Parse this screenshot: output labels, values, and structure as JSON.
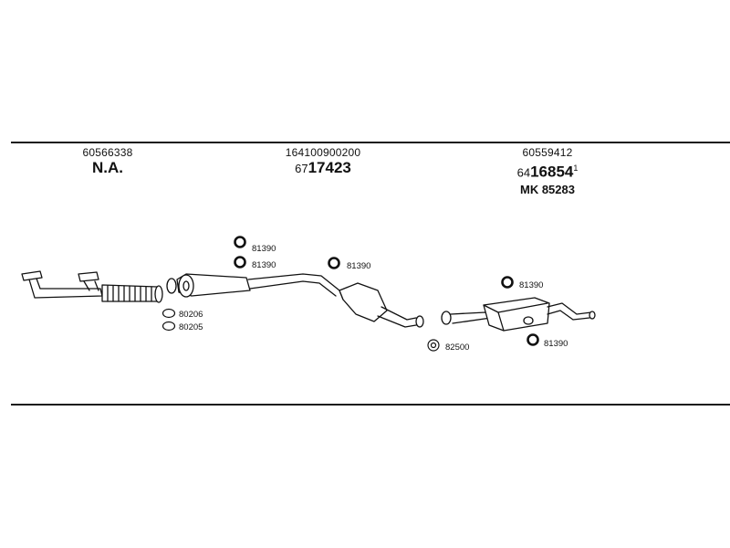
{
  "groups": [
    {
      "ref": "60566338",
      "part_big": "N.A."
    },
    {
      "ref": "164100900200",
      "part_prefix": "67",
      "part_big": "17423"
    },
    {
      "ref": "60559412",
      "part_prefix": "64",
      "part_big": "16854",
      "part_sup": "1",
      "mk": "MK  85283"
    }
  ],
  "labels": {
    "r1": "81390",
    "r2": "81390",
    "r3": "81390",
    "r4": "81390",
    "r5": "81390",
    "g1": "80206",
    "g2": "80205",
    "h1": "82500"
  }
}
